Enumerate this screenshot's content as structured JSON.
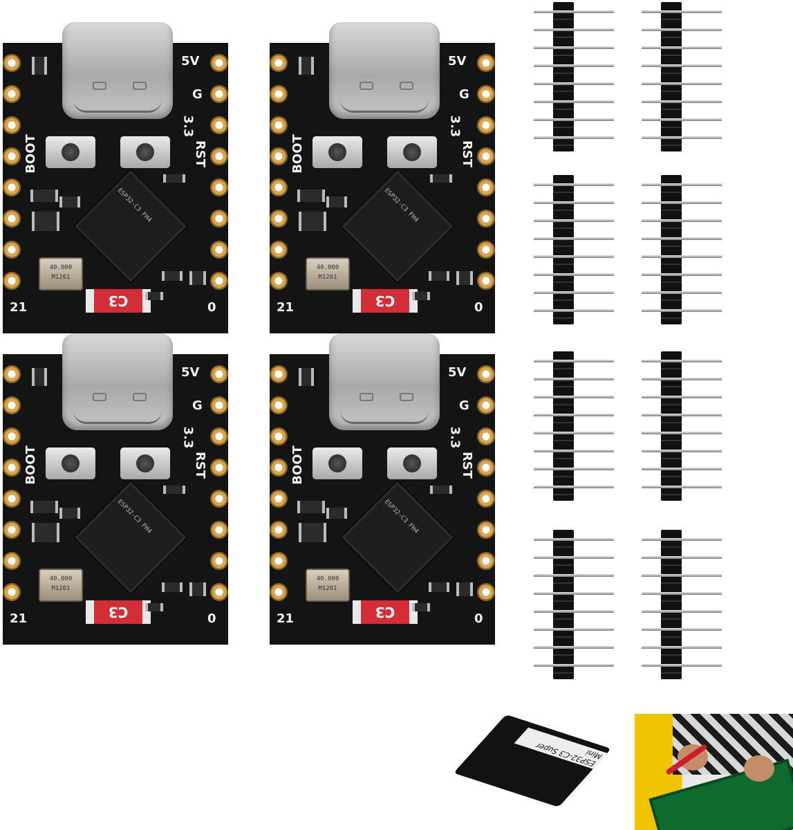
{
  "boards": [
    {
      "labels": {
        "five_volt": "5V",
        "ground": "G",
        "three_three": "3.3",
        "boot": "BOOT",
        "reset": "RST",
        "pin_left": "21",
        "pin_right": "0",
        "chip_model": "C3"
      },
      "chip_text": "ESP32-C3 FH4",
      "crystal_text": "40.000 M1261"
    },
    {
      "labels": {
        "five_volt": "5V",
        "ground": "G",
        "three_three": "3.3",
        "boot": "BOOT",
        "reset": "RST",
        "pin_left": "21",
        "pin_right": "0",
        "chip_model": "C3"
      },
      "chip_text": "ESP32-C3 FH4",
      "crystal_text": "40.000 M1261"
    },
    {
      "labels": {
        "five_volt": "5V",
        "ground": "G",
        "three_three": "3.3",
        "boot": "BOOT",
        "reset": "RST",
        "pin_left": "21",
        "pin_right": "0",
        "chip_model": "C3"
      },
      "chip_text": "ESP32-C3 FH4",
      "crystal_text": "40.000 M1261"
    },
    {
      "labels": {
        "five_volt": "5V",
        "ground": "G",
        "three_three": "3.3",
        "boot": "BOOT",
        "reset": "RST",
        "pin_left": "21",
        "pin_right": "0",
        "chip_model": "C3"
      },
      "chip_text": "ESP32-C3 FH4",
      "crystal_text": "40.000 M1261"
    }
  ],
  "mini_board_label": "ESP32-C3 Super Mini",
  "colors": {
    "board": "#141414",
    "silkscreen": "#f1f1f1",
    "gold": "#d8a450",
    "usb_metal": "#bfbfbf",
    "model_label": "#d32e37",
    "photo_yellow": "#f0c400",
    "photo_pcb": "#0f6a2e"
  },
  "icons": [
    "usb-c-port-icon",
    "push-button-icon",
    "esp32-chip-icon",
    "crystal-oscillator-icon",
    "pin-header-icon"
  ]
}
